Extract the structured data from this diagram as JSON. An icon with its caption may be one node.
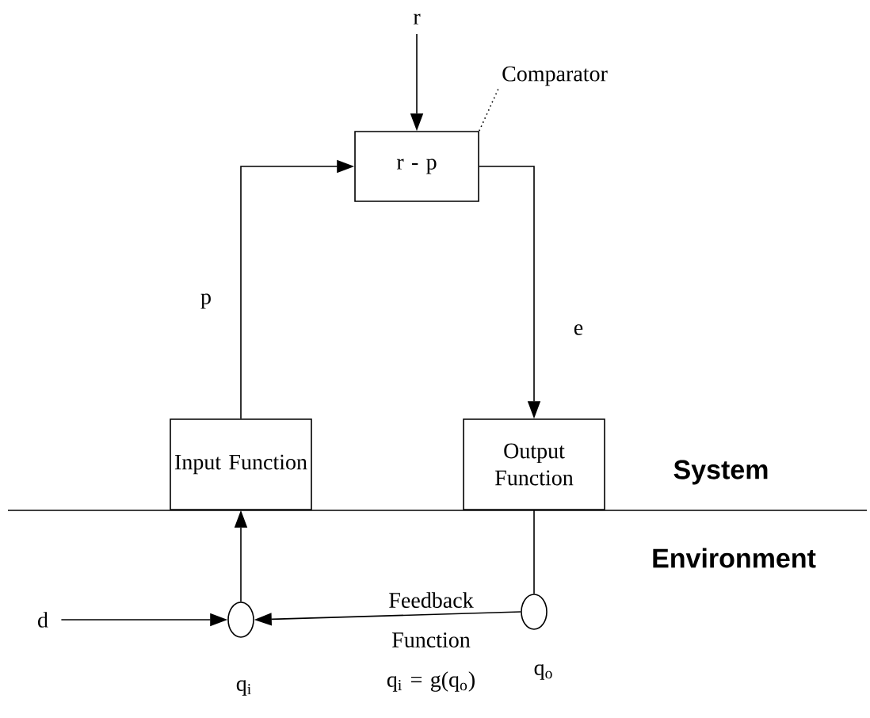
{
  "diagram": {
    "nodes": [
      {
        "text": [
          "r"
        ]
      },
      {
        "text": [
          "Comparator"
        ]
      },
      {
        "text": [
          "r - p"
        ]
      },
      {
        "text": [
          "Input Function"
        ]
      },
      {
        "text": [
          "Output Function"
        ]
      },
      {
        "text": [
          "d"
        ]
      },
      {
        "text": [],
        "shape": "circle",
        "beside": [
          "q$_{i}$"
        ]
      },
      {
        "text": [],
        "shape": "circle",
        "beside": [
          "q$_{o}$"
        ]
      }
    ],
    "edges": [
      {
        "from": 0,
        "to": 2,
        "arrow": "to"
      },
      {
        "from": 1,
        "to": 2,
        "arrow": "none",
        "style": "dashed"
      },
      {
        "from": 3,
        "to": 2,
        "arrow": "to",
        "label": "p"
      },
      {
        "from": 2,
        "to": 4,
        "arrow": "to",
        "label": "e"
      },
      {
        "from": 7,
        "to": 6,
        "arrow": "to",
        "label": "Feedback Function q$_{i}$ = g(q$_{o}$)"
      },
      {
        "from": 5,
        "to": 6,
        "arrow": "to"
      },
      {
        "from": 6,
        "to": 3,
        "arrow": "to"
      },
      {
        "from": 4,
        "to": 7,
        "arrow": "none"
      }
    ],
    "labels": [
      "System",
      "Environment"
    ]
  }
}
